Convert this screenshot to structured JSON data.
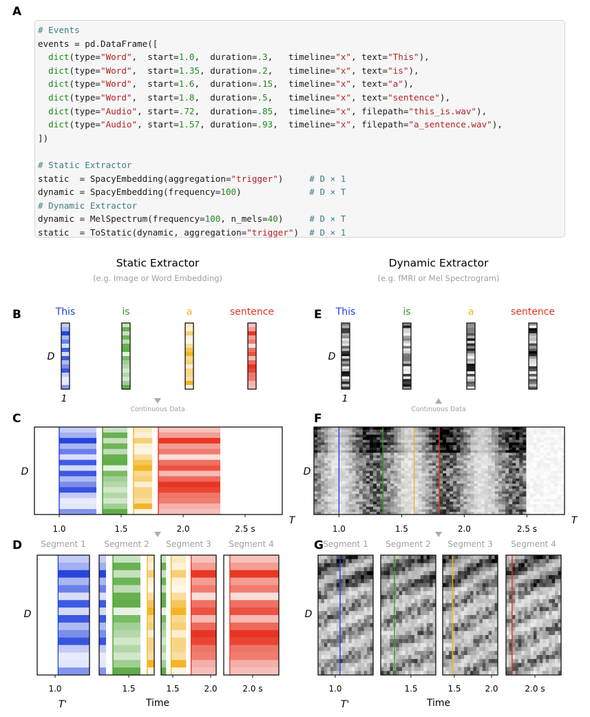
{
  "panels": {
    "A": "A",
    "B": "B",
    "C": "C",
    "D": "D",
    "E": "E",
    "F": "F",
    "G": "G"
  },
  "code_lines": [
    [
      {
        "t": "# Events",
        "c": "cm"
      }
    ],
    [
      {
        "t": "events = pd.DataFrame([",
        "c": ""
      }
    ],
    [
      {
        "t": "  ",
        "c": ""
      },
      {
        "t": "dict",
        "c": "k"
      },
      {
        "t": "(type=",
        "c": ""
      },
      {
        "t": "\"Word\"",
        "c": "s"
      },
      {
        "t": ",  start=",
        "c": ""
      },
      {
        "t": "1.0",
        "c": "n"
      },
      {
        "t": ",  duration=",
        "c": ""
      },
      {
        "t": ".3",
        "c": "n"
      },
      {
        "t": ",   timeline=",
        "c": ""
      },
      {
        "t": "\"x\"",
        "c": "s"
      },
      {
        "t": ", text=",
        "c": ""
      },
      {
        "t": "\"This\"",
        "c": "s"
      },
      {
        "t": "),",
        "c": ""
      }
    ],
    [
      {
        "t": "  ",
        "c": ""
      },
      {
        "t": "dict",
        "c": "k"
      },
      {
        "t": "(type=",
        "c": ""
      },
      {
        "t": "\"Word\"",
        "c": "s"
      },
      {
        "t": ",  start=",
        "c": ""
      },
      {
        "t": "1.35",
        "c": "n"
      },
      {
        "t": ", duration=",
        "c": ""
      },
      {
        "t": ".2",
        "c": "n"
      },
      {
        "t": ",   timeline=",
        "c": ""
      },
      {
        "t": "\"x\"",
        "c": "s"
      },
      {
        "t": ", text=",
        "c": ""
      },
      {
        "t": "\"is\"",
        "c": "s"
      },
      {
        "t": "),",
        "c": ""
      }
    ],
    [
      {
        "t": "  ",
        "c": ""
      },
      {
        "t": "dict",
        "c": "k"
      },
      {
        "t": "(type=",
        "c": ""
      },
      {
        "t": "\"Word\"",
        "c": "s"
      },
      {
        "t": ",  start=",
        "c": ""
      },
      {
        "t": "1.6",
        "c": "n"
      },
      {
        "t": ",  duration=",
        "c": ""
      },
      {
        "t": ".15",
        "c": "n"
      },
      {
        "t": ",  timeline=",
        "c": ""
      },
      {
        "t": "\"x\"",
        "c": "s"
      },
      {
        "t": ", text=",
        "c": ""
      },
      {
        "t": "\"a\"",
        "c": "s"
      },
      {
        "t": "),",
        "c": ""
      }
    ],
    [
      {
        "t": "  ",
        "c": ""
      },
      {
        "t": "dict",
        "c": "k"
      },
      {
        "t": "(type=",
        "c": ""
      },
      {
        "t": "\"Word\"",
        "c": "s"
      },
      {
        "t": ",  start=",
        "c": ""
      },
      {
        "t": "1.8",
        "c": "n"
      },
      {
        "t": ",  duration=",
        "c": ""
      },
      {
        "t": ".5",
        "c": "n"
      },
      {
        "t": ",   timeline=",
        "c": ""
      },
      {
        "t": "\"x\"",
        "c": "s"
      },
      {
        "t": ", text=",
        "c": ""
      },
      {
        "t": "\"sentence\"",
        "c": "s"
      },
      {
        "t": "),",
        "c": ""
      }
    ],
    [
      {
        "t": "  ",
        "c": ""
      },
      {
        "t": "dict",
        "c": "k"
      },
      {
        "t": "(type=",
        "c": ""
      },
      {
        "t": "\"Audio\"",
        "c": "s"
      },
      {
        "t": ", start=",
        "c": ""
      },
      {
        "t": ".72",
        "c": "n"
      },
      {
        "t": ",  duration=",
        "c": ""
      },
      {
        "t": ".85",
        "c": "n"
      },
      {
        "t": ",  timeline=",
        "c": ""
      },
      {
        "t": "\"x\"",
        "c": "s"
      },
      {
        "t": ", filepath=",
        "c": ""
      },
      {
        "t": "\"this_is.wav\"",
        "c": "s"
      },
      {
        "t": "),",
        "c": ""
      }
    ],
    [
      {
        "t": "  ",
        "c": ""
      },
      {
        "t": "dict",
        "c": "k"
      },
      {
        "t": "(type=",
        "c": ""
      },
      {
        "t": "\"Audio\"",
        "c": "s"
      },
      {
        "t": ", start=",
        "c": ""
      },
      {
        "t": "1.57",
        "c": "n"
      },
      {
        "t": ", duration=",
        "c": ""
      },
      {
        "t": ".93",
        "c": "n"
      },
      {
        "t": ",  timeline=",
        "c": ""
      },
      {
        "t": "\"x\"",
        "c": "s"
      },
      {
        "t": ", filepath=",
        "c": ""
      },
      {
        "t": "\"a_sentence.wav\"",
        "c": "s"
      },
      {
        "t": "),",
        "c": ""
      }
    ],
    [
      {
        "t": "])",
        "c": ""
      }
    ],
    [
      {
        "t": "",
        "c": ""
      }
    ],
    [
      {
        "t": "# Static Extractor",
        "c": "cm"
      }
    ],
    [
      {
        "t": "static  = SpacyEmbedding(aggregation=",
        "c": ""
      },
      {
        "t": "\"trigger\"",
        "c": "s"
      },
      {
        "t": ")     ",
        "c": ""
      },
      {
        "t": "# D × 1",
        "c": "cm"
      }
    ],
    [
      {
        "t": "dynamic = SpacyEmbedding(frequency=",
        "c": ""
      },
      {
        "t": "100",
        "c": "n"
      },
      {
        "t": ")             ",
        "c": ""
      },
      {
        "t": "# D × T",
        "c": "cm"
      }
    ],
    [
      {
        "t": "# Dynamic Extractor",
        "c": "cm"
      }
    ],
    [
      {
        "t": "dynamic = MelSpectrum(frequency=",
        "c": ""
      },
      {
        "t": "100",
        "c": "n"
      },
      {
        "t": ", n_mels=",
        "c": ""
      },
      {
        "t": "40",
        "c": "n"
      },
      {
        "t": ")     ",
        "c": ""
      },
      {
        "t": "# D × T",
        "c": "cm"
      }
    ],
    [
      {
        "t": "static  = ToStatic(dynamic, aggregation=",
        "c": ""
      },
      {
        "t": "\"trigger\"",
        "c": "s"
      },
      {
        "t": ")  ",
        "c": ""
      },
      {
        "t": "# D × 1",
        "c": "cm"
      }
    ]
  ],
  "static": {
    "title": "Static Extractor",
    "subtitle": "(e.g. Image or Word Embedding)"
  },
  "dynamic": {
    "title": "Dynamic Extractor",
    "subtitle": "(e.g. fMRI or Mel Spectrogram)"
  },
  "words": [
    {
      "text": "This",
      "color": "#1f3fdc",
      "start": 1.0,
      "duration": 0.3
    },
    {
      "text": "is",
      "color": "#3c9a1e",
      "start": 1.35,
      "duration": 0.2
    },
    {
      "text": "a",
      "color": "#f2b21e",
      "start": 1.6,
      "duration": 0.15
    },
    {
      "text": "sentence",
      "color": "#e8321e",
      "start": 1.8,
      "duration": 0.5
    }
  ],
  "audio": [
    {
      "start": 0.72,
      "duration": 0.85
    },
    {
      "start": 1.57,
      "duration": 0.93
    }
  ],
  "labels": {
    "D": "D",
    "one": "1",
    "T": "T",
    "Tprime": "T'",
    "time": "Time",
    "continuous": "Continuous Data"
  },
  "time_ticks": [
    "1.0",
    "1.5",
    "2.0",
    "2.5 s"
  ],
  "time_axis": {
    "min": 0.8,
    "max": 2.8
  },
  "segments": [
    {
      "label": "Segment 1",
      "start": 0.8,
      "end": 1.3,
      "ticks": [
        "1.0"
      ]
    },
    {
      "label": "Segment 2",
      "start": 1.25,
      "end": 1.65,
      "ticks": [
        "1.5"
      ]
    },
    {
      "label": "Segment 3",
      "start": 1.5,
      "end": 2.05,
      "ticks": [
        "1.5",
        "2.0"
      ]
    },
    {
      "label": "Segment 4",
      "start": 1.75,
      "end": 2.2,
      "ticks": [
        "2.0 s"
      ]
    }
  ],
  "colors": {
    "gray": "#9aa0a6",
    "frame": "#111111"
  }
}
